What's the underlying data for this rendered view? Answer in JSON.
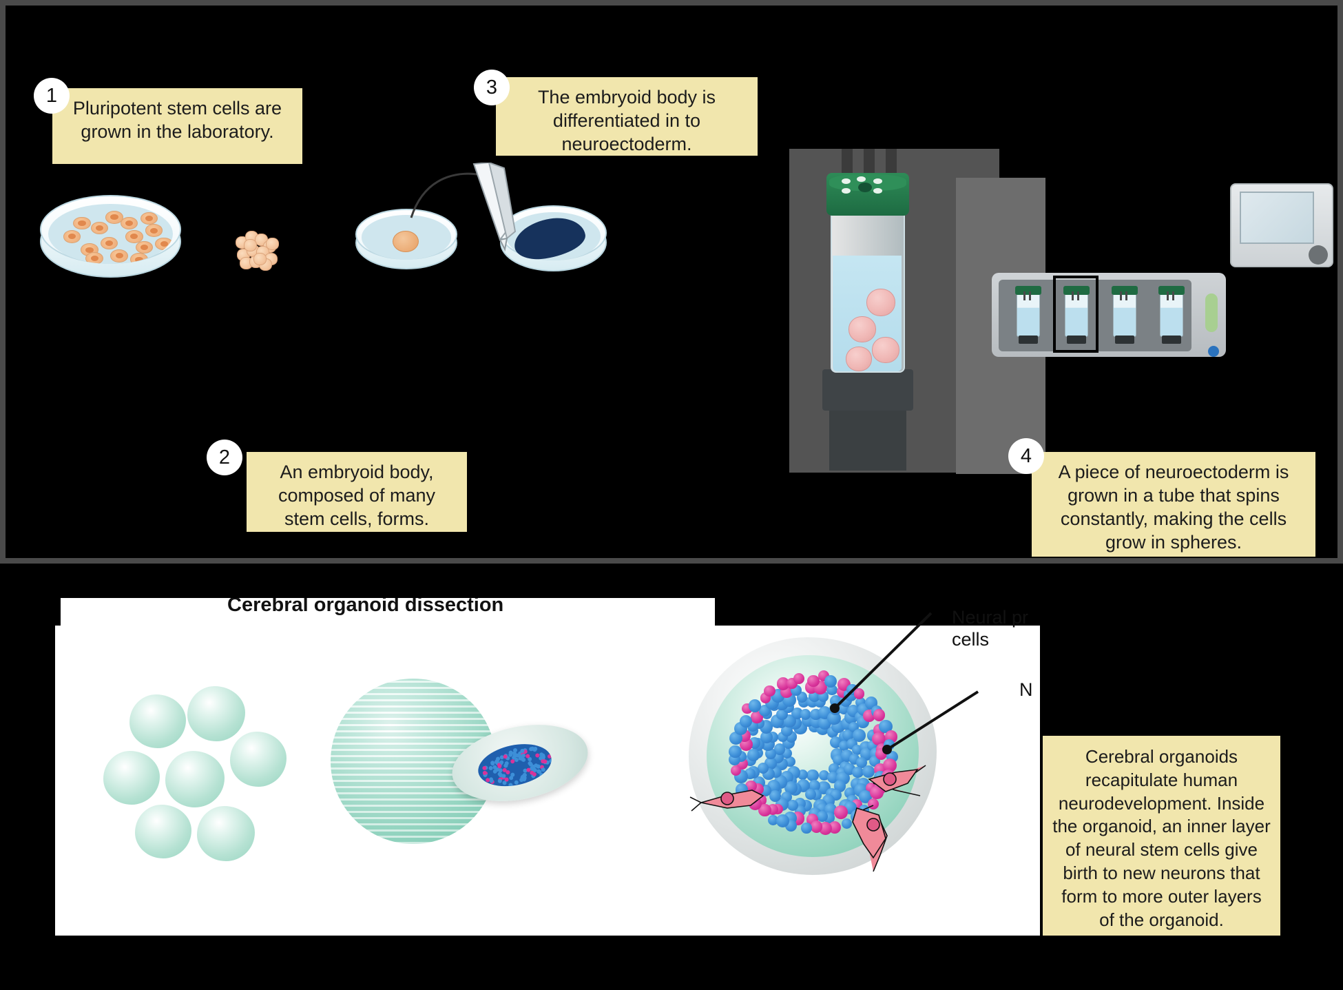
{
  "top_panel": {
    "callouts": [
      {
        "num": "1",
        "text": "Pluripotent stem cells are grown in the laboratory."
      },
      {
        "num": "2",
        "text": "An embryoid body, composed of many stem cells, forms."
      },
      {
        "num": "3",
        "text": "The embryoid body is differentiated in to neuroectoderm."
      },
      {
        "num": "4",
        "text": "A piece of neuroectoderm is grown in a tube that spins constantly, making the cells grow in spheres."
      }
    ],
    "icons": {
      "petri_dish": "petri-dish-icon",
      "embryoid_body": "embryoid-body-icon",
      "tweezers": "tweezers-icon",
      "spinner_tube": "spinner-tube-icon",
      "bioreactor": "bioreactor-icon",
      "monitor": "monitor-icon"
    }
  },
  "bottom_panel": {
    "title": "Cerebral organoid dissection",
    "labels": [
      {
        "id": "neural-progenitor",
        "text": "Neural pr",
        "line2": "cells"
      },
      {
        "id": "neuron",
        "text": "N"
      }
    ],
    "captions": [
      {
        "id": "organoid-cluster",
        "text": ""
      },
      {
        "id": "organoid-sliced",
        "text": ""
      },
      {
        "id": "organoid-crosssection",
        "text": ""
      }
    ],
    "summary": "Cerebral organoids recapitulate human neurodevelopment. Inside the organoid, an inner layer of neural stem cells give birth to new neurons that form to more outer layers of the organoid."
  },
  "colors": {
    "callout_bg": "#f1e6ad",
    "panel_bg": "#000000",
    "frame": "#4a4a4a",
    "organoid_green": "#75c7ac",
    "progenitor_blue": "#2b6fbe",
    "neuron_pink": "#d8339a",
    "cap_green": "#1d6b42",
    "neuroectoderm_navy": "#16325c"
  }
}
